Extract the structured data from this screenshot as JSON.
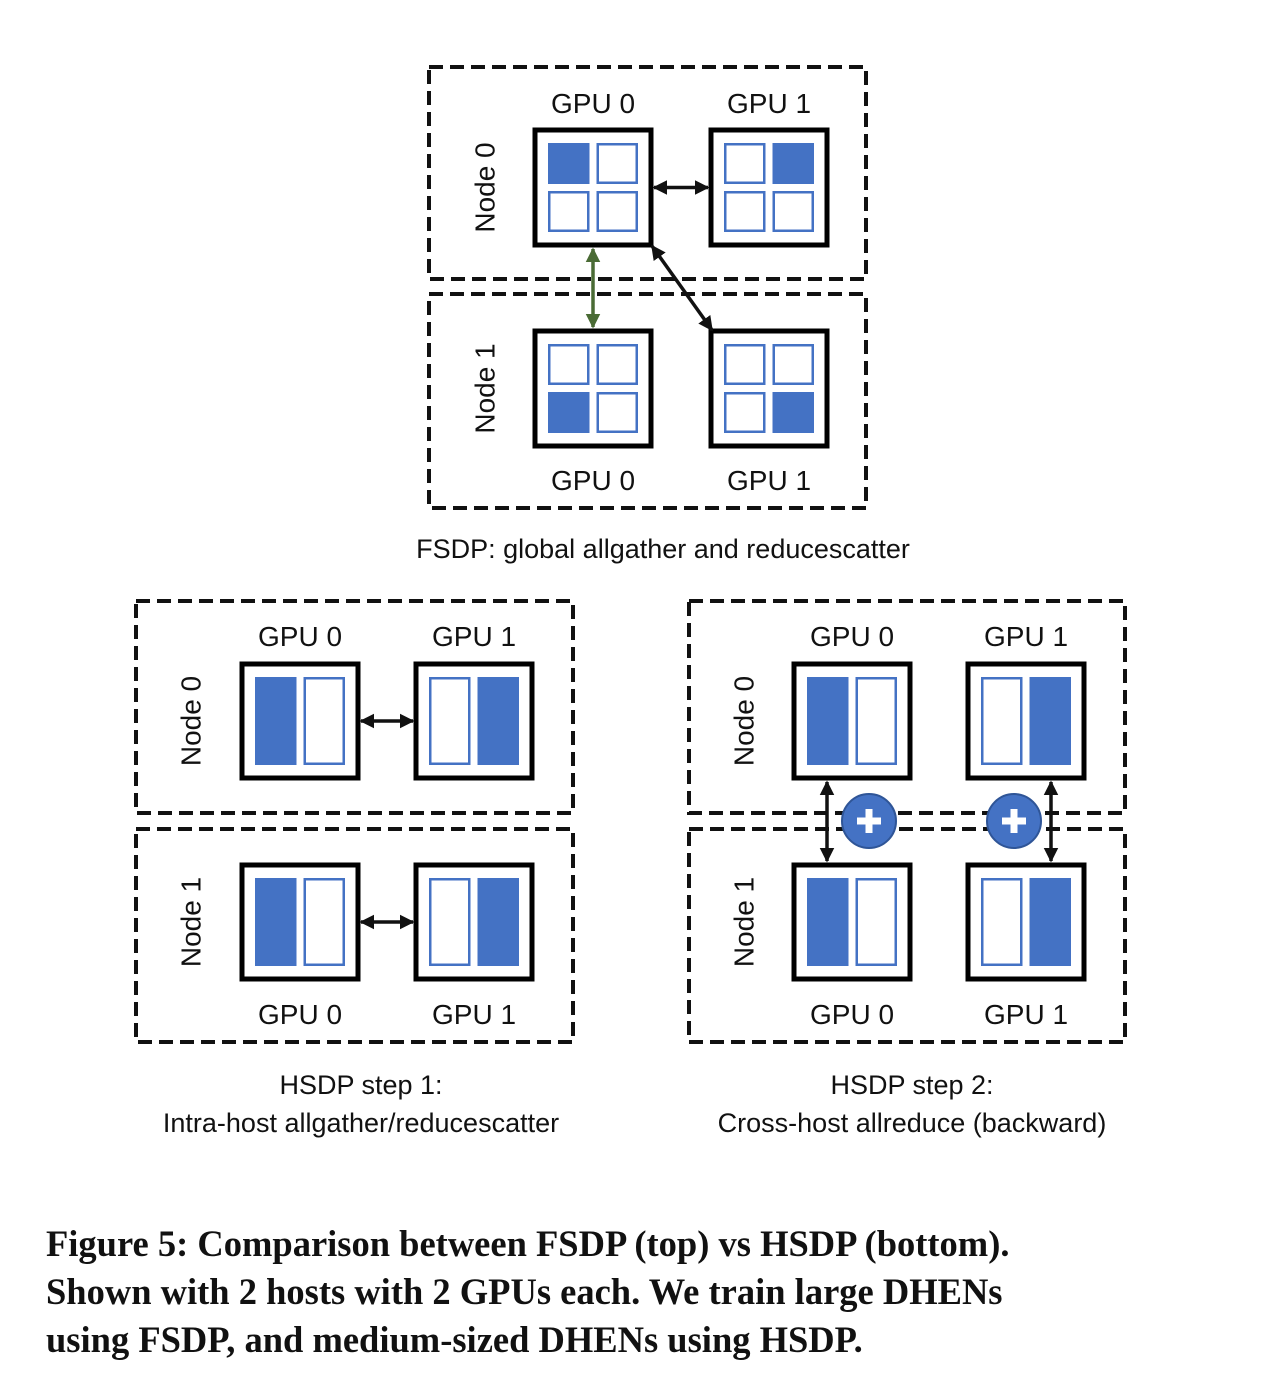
{
  "colors": {
    "shard_blue": "#4472c4",
    "link_black": "#111111",
    "link_green": "#4a6b35",
    "plus_circle": "#4472c4"
  },
  "panels": [
    {
      "id": "fsdp",
      "title": "FSDP: global allgather and reducescatter",
      "subtitle_lines": [
        "FSDP: global allgather and reducescatter"
      ],
      "cell_layout": "2x2",
      "nodes": [
        {
          "label": "Node 0",
          "gpus": [
            {
              "label": "GPU 0",
              "filled_shards": [
                0
              ]
            },
            {
              "label": "GPU 1",
              "filled_shards": [
                1
              ]
            }
          ]
        },
        {
          "label": "Node 1",
          "gpus": [
            {
              "label": "GPU 0",
              "filled_shards": [
                2
              ]
            },
            {
              "label": "GPU 1",
              "filled_shards": [
                3
              ]
            }
          ]
        }
      ],
      "links": [
        {
          "from": "node0-gpu0",
          "to": "node0-gpu1",
          "color": "black",
          "kind": "intra-host"
        },
        {
          "from": "node0-gpu0",
          "to": "node1-gpu0",
          "color": "green",
          "kind": "cross-host"
        },
        {
          "from": "node0-gpu0",
          "to": "node1-gpu1",
          "color": "black",
          "kind": "cross-host"
        }
      ]
    },
    {
      "id": "hsdp-step1",
      "subtitle_lines": [
        "HSDP step 1:",
        "Intra-host allgather/reducescatter"
      ],
      "cell_layout": "1x2",
      "nodes": [
        {
          "label": "Node 0",
          "gpus": [
            {
              "label": "GPU 0",
              "filled_shards": [
                0
              ]
            },
            {
              "label": "GPU 1",
              "filled_shards": [
                1
              ]
            }
          ]
        },
        {
          "label": "Node 1",
          "gpus": [
            {
              "label": "GPU 0",
              "filled_shards": [
                0
              ]
            },
            {
              "label": "GPU 1",
              "filled_shards": [
                1
              ]
            }
          ]
        }
      ],
      "links": [
        {
          "from": "node0-gpu0",
          "to": "node0-gpu1",
          "color": "black",
          "kind": "intra-host"
        },
        {
          "from": "node1-gpu0",
          "to": "node1-gpu1",
          "color": "black",
          "kind": "intra-host"
        }
      ]
    },
    {
      "id": "hsdp-step2",
      "subtitle_lines": [
        "HSDP step 2:",
        "Cross-host allreduce (backward)"
      ],
      "cell_layout": "1x2",
      "nodes": [
        {
          "label": "Node 0",
          "gpus": [
            {
              "label": "GPU 0",
              "filled_shards": [
                0
              ]
            },
            {
              "label": "GPU 1",
              "filled_shards": [
                1
              ]
            }
          ]
        },
        {
          "label": "Node 1",
          "gpus": [
            {
              "label": "GPU 0",
              "filled_shards": [
                0
              ]
            },
            {
              "label": "GPU 1",
              "filled_shards": [
                1
              ]
            }
          ]
        }
      ],
      "links": [
        {
          "from": "node0-gpu0",
          "to": "node1-gpu0",
          "color": "black",
          "kind": "cross-host",
          "reduce_op": "+"
        },
        {
          "from": "node0-gpu1",
          "to": "node1-gpu1",
          "color": "black",
          "kind": "cross-host",
          "reduce_op": "+"
        }
      ]
    }
  ],
  "caption": {
    "lines": [
      "Figure 5: Comparison between FSDP (top) vs HSDP (bottom).",
      "Shown with 2 hosts with 2 GPUs each. We train large DHENs",
      "using FSDP, and medium-sized DHENs using HSDP."
    ]
  }
}
